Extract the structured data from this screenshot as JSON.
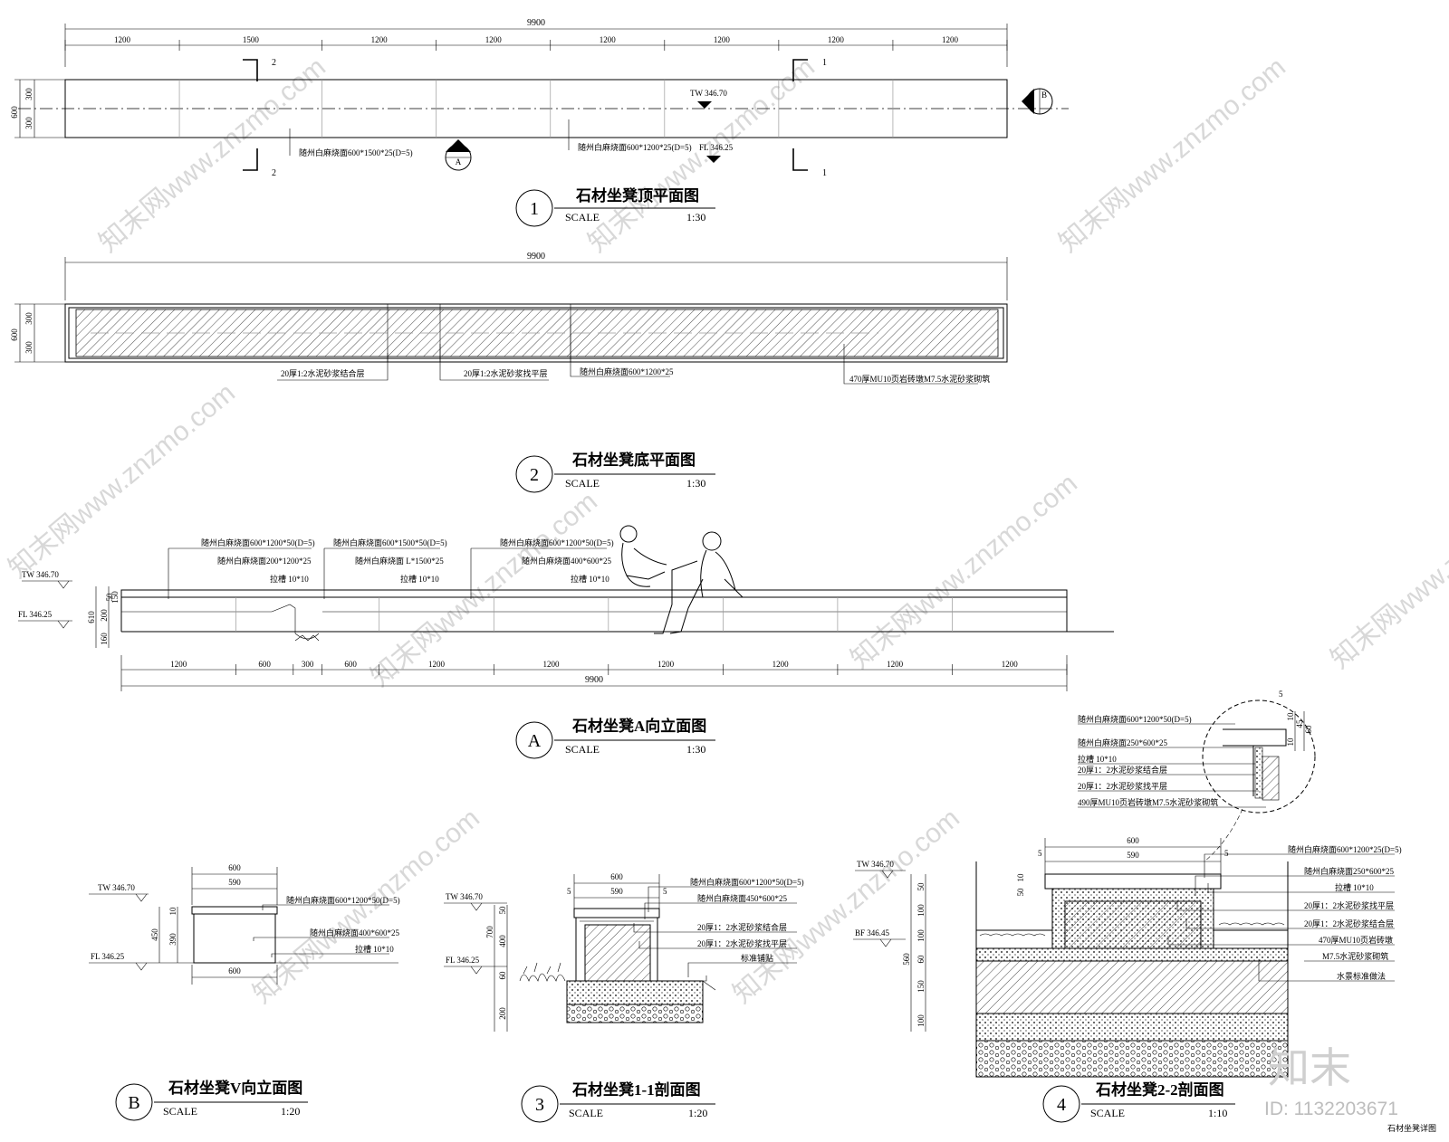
{
  "plan1": {
    "number": "1",
    "title": "石材坐凳顶平面图",
    "scale_label": "SCALE",
    "scale": "1:30",
    "overall": "9900",
    "segments": [
      "1200",
      "1500",
      "1200",
      "1200",
      "1200",
      "1200",
      "1200",
      "1200"
    ],
    "height_dims": [
      "600",
      "300",
      "300"
    ],
    "marks": [
      "2",
      "2",
      "1",
      "1"
    ],
    "tw": "TW 346.70",
    "fl": "FL 346.25",
    "note1": "随州白麻烧面600*1500*25(D=5)",
    "note2": "随州白麻烧面600*1200*25(D=5)",
    "view_a": "A",
    "view_b": "B"
  },
  "plan2": {
    "number": "2",
    "title": "石材坐凳底平面图",
    "scale_label": "SCALE",
    "scale": "1:30",
    "overall": "9900",
    "height_dims": [
      "600",
      "300",
      "300"
    ],
    "note1": "20厚1:2水泥砂浆结合层",
    "note2": "20厚1:2水泥砂浆找平层",
    "note3": "随州白麻烧面600*1200*25",
    "note4": "470厚MU10页岩砖墩M7.5水泥砂浆砌筑"
  },
  "elevA": {
    "number": "A",
    "title": "石材坐凳A向立面图",
    "scale_label": "SCALE",
    "scale": "1:30",
    "tw": "TW 346.70",
    "fl": "FL 346.25",
    "overall": "9900",
    "segments": [
      "1200",
      "600",
      "300",
      "600",
      "1200",
      "1200",
      "1200",
      "1200",
      "1200",
      "1200"
    ],
    "vert_dims": [
      "610",
      "200",
      "160",
      "50",
      "150"
    ],
    "g1": [
      "随州白麻烧面600*1200*50(D=5)",
      "随州白麻烧面200*1200*25",
      "拉槽 10*10"
    ],
    "g2": [
      "随州白麻烧面600*1500*50(D=5)",
      "随州白麻烧面 L*1500*25",
      "拉槽 10*10"
    ],
    "g3": [
      "随州白麻烧面600*1200*50(D=5)",
      "随州白麻烧面400*600*25",
      "拉槽 10*10"
    ]
  },
  "elevB": {
    "number": "B",
    "title": "石材坐凳V向立面图",
    "scale_label": "SCALE",
    "scale": "1:20",
    "tw": "TW 346.70",
    "fl": "FL 346.25",
    "top_dims": [
      "600",
      "590"
    ],
    "bottom_dim": "600",
    "vert_dims": [
      "450",
      "10",
      "390"
    ],
    "notes": [
      "随州白麻烧面600*1200*50(D=5)",
      "随州白麻烧面400*600*25",
      "拉槽 10*10"
    ]
  },
  "sec3": {
    "number": "3",
    "title": "石材坐凳1-1剖面图",
    "scale_label": "SCALE",
    "scale": "1:20",
    "tw": "TW 346.70",
    "fl": "FL 346.25",
    "top_dims": [
      "600",
      "590",
      "5",
      "5"
    ],
    "vert_dims": [
      "700",
      "400",
      "60",
      "200",
      "50"
    ],
    "notes": [
      "随州白麻烧面600*1200*50(D=5)",
      "随州白麻烧面450*600*25",
      "20厚1：2水泥砂浆结合层",
      "20厚1：2水泥砂浆找平层",
      "标准铺贴"
    ]
  },
  "sec4": {
    "number": "4",
    "title": "石材坐凳2-2剖面图",
    "scale_label": "SCALE",
    "scale": "1:10",
    "tw": "TW 346.70",
    "bf": "BF 346.45",
    "top_dims": [
      "600",
      "590",
      "5",
      "5"
    ],
    "vert_dims": [
      "560",
      "50",
      "100",
      "100",
      "60",
      "150",
      "100",
      "10",
      "50"
    ],
    "notes": [
      "随州白麻烧面600*1200*25(D=5)",
      "随州白麻烧面250*600*25",
      "拉槽 10*10",
      "20厚1：2水泥砂浆找平层",
      "20厚1：2水泥砂浆结合层",
      "470厚MU10页岩砖墩",
      "M7.5水泥砂浆砌筑",
      "水景标准做法"
    ]
  },
  "detail": {
    "notes": [
      "随州白麻烧面600*1200*50(D=5)",
      "随州白麻烧面250*600*25",
      "拉槽 10*10",
      "20厚1：2水泥砂浆结合层",
      "20厚1：2水泥砂浆找平层",
      "490厚MU10页岩砖墩M7.5水泥砂浆砌筑"
    ],
    "dims": [
      "5",
      "10",
      "45",
      "60",
      "10"
    ]
  },
  "footer": {
    "sheet": "石材坐凳详图",
    "id": "ID: 1132203671",
    "brand": "知末"
  },
  "watermark": "知末网www.znzmo.com"
}
